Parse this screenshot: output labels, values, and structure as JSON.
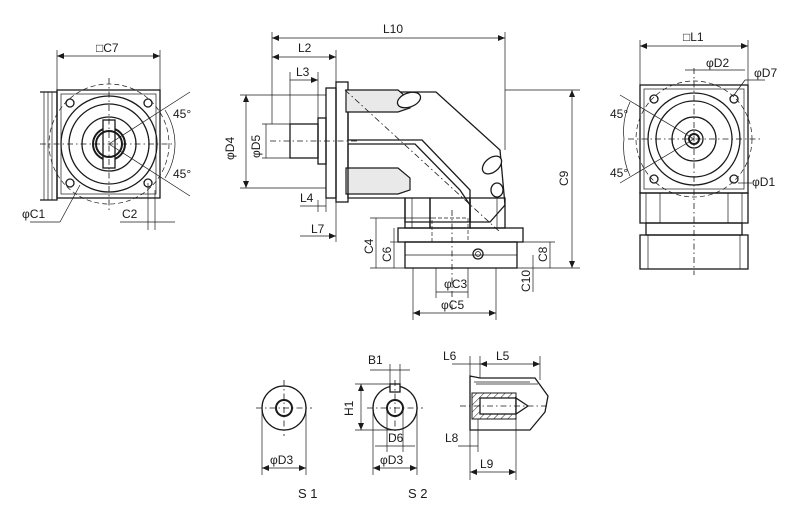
{
  "labels": {
    "c7": "□C7",
    "deg45_a": "45°",
    "deg45_b": "45°",
    "c1": "φC1",
    "c2": "C2",
    "l10": "L10",
    "l2": "L2",
    "l3": "L3",
    "d4": "φD4",
    "d5": "φD5",
    "l4": "L4",
    "l7": "L7",
    "c4": "C4",
    "c6": "C6",
    "c9": "C9",
    "c8": "C8",
    "c10": "C10",
    "c3": "φC3",
    "c5": "φC5",
    "l1": "□L1",
    "d2": "φD2",
    "d7": "φD7",
    "deg45_c": "45°",
    "deg45_d": "45°",
    "d1": "φD1",
    "b1": "B1",
    "h1": "H1",
    "d6": "D6",
    "d3_s1": "φD3",
    "d3_s2": "φD3",
    "l6": "L6",
    "l5": "L5",
    "l8": "L8",
    "l9": "L9"
  },
  "captions": {
    "s1": "S 1",
    "s2": "S 2"
  }
}
